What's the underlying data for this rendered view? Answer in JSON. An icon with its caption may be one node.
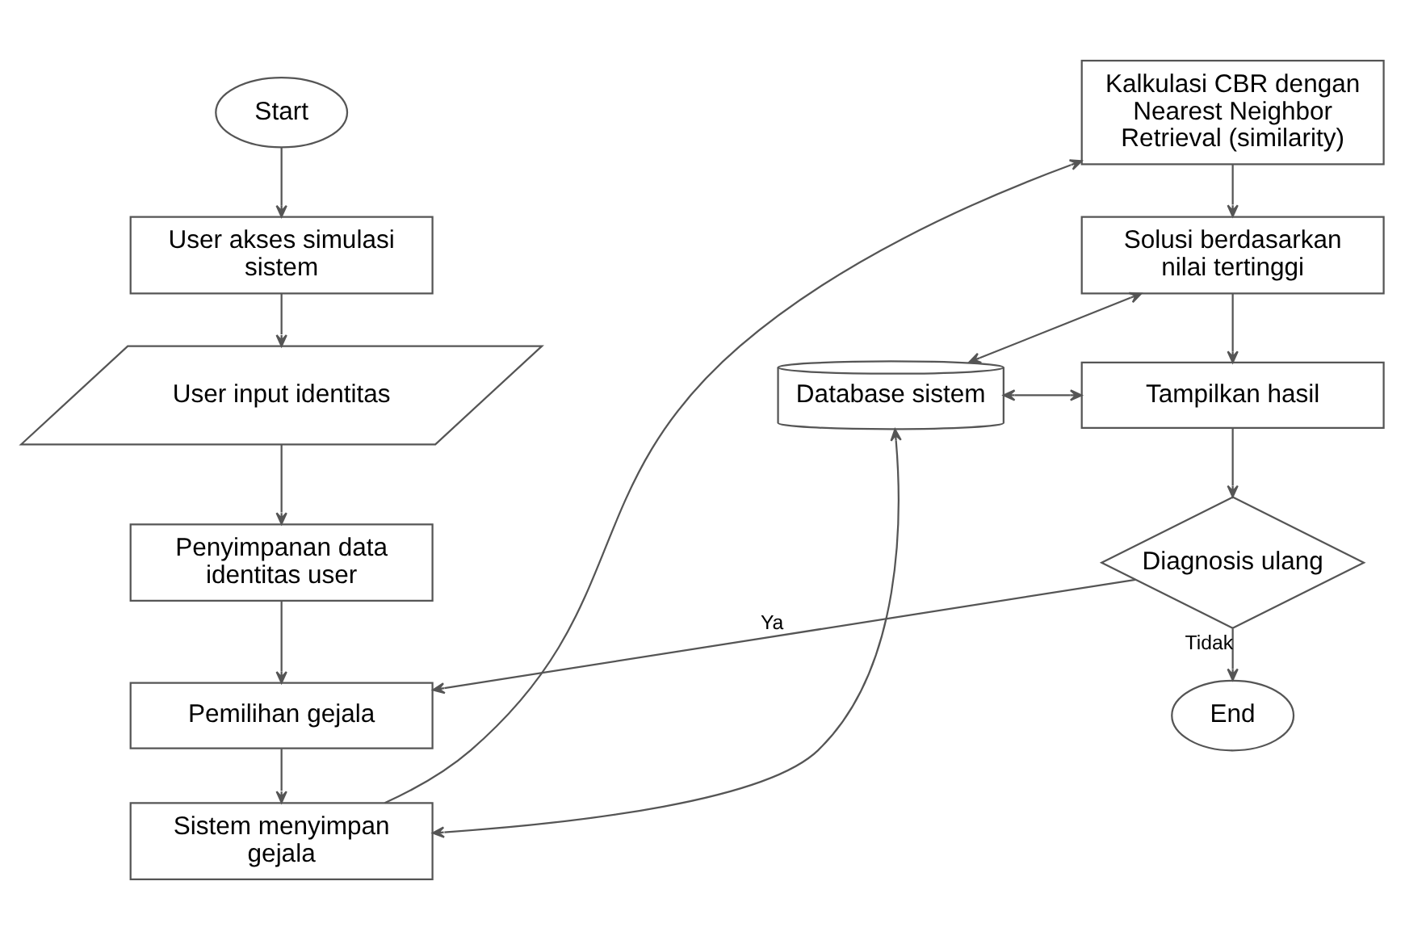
{
  "diagram": {
    "nodes": [
      {
        "text": [
          "Start"
        ]
      },
      {
        "text": [
          "User akses simulasi sistem"
        ]
      },
      {
        "text": [
          "User input identitas"
        ]
      },
      {
        "text": [
          "Penyimpanan data identitas user"
        ]
      },
      {
        "text": [
          "Pemilihan gejala"
        ]
      },
      {
        "text": [
          "Sistem menyimpan gejala"
        ]
      },
      {
        "text": [
          "Database sistem"
        ]
      },
      {
        "text": [
          "Kalkulasi CBR dengan Nearest Neighbor Retrieval (similarity)"
        ]
      },
      {
        "text": [
          "Solusi berdasarkan nilai tertinggi"
        ]
      },
      {
        "text": [
          "Tampilkan hasil"
        ]
      },
      {
        "text": [
          "Diagnosis ulang"
        ]
      },
      {
        "text": [
          "End"
        ]
      }
    ],
    "edges": [
      {
        "from": 0,
        "to": 1,
        "arrow": "to"
      },
      {
        "from": 1,
        "to": 2,
        "arrow": "to"
      },
      {
        "from": 2,
        "to": 3,
        "arrow": "to"
      },
      {
        "from": 3,
        "to": 4,
        "arrow": "to"
      },
      {
        "from": 4,
        "to": 5,
        "arrow": "to"
      },
      {
        "from": 5,
        "to": 7,
        "arrow": "to"
      },
      {
        "from": 7,
        "to": 8,
        "arrow": "to"
      },
      {
        "from": 8,
        "to": 6,
        "arrow": "both"
      },
      {
        "from": 6,
        "to": 9,
        "arrow": "both"
      },
      {
        "from": 6,
        "to": 5,
        "arrow": "both"
      },
      {
        "from": 8,
        "to": 9,
        "arrow": "to"
      },
      {
        "from": 9,
        "to": 10,
        "arrow": "to"
      },
      {
        "from": 10,
        "to": 11,
        "arrow": "to",
        "label": "Tidak"
      },
      {
        "from": 10,
        "to": 4,
        "arrow": "to",
        "label": "Ya"
      }
    ]
  }
}
